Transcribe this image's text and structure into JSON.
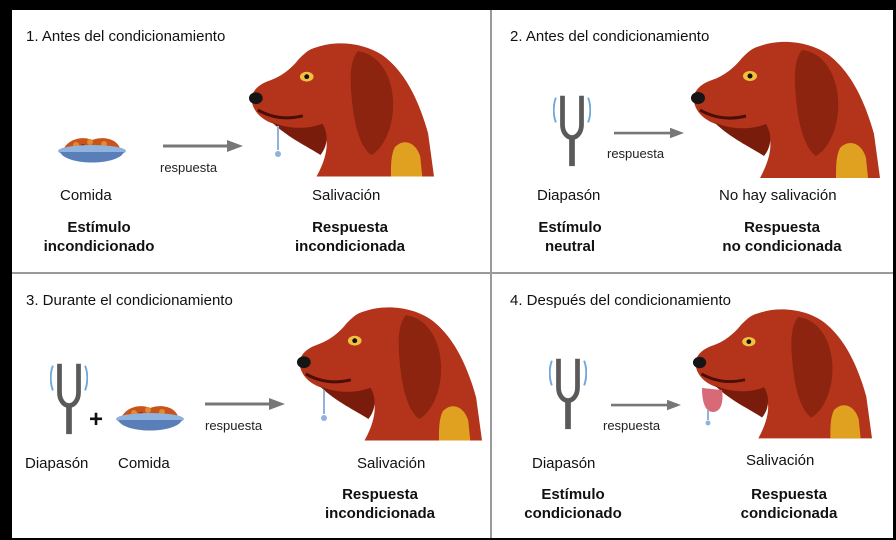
{
  "panels": [
    {
      "title": "1. Antes del condicionamiento",
      "stimulus_caption": "Comida",
      "arrow_label": "respuesta",
      "response_caption": "Salivación",
      "stimulus_type": [
        "Estímulo",
        "incondicionado"
      ],
      "response_type": [
        "Respuesta",
        "incondicionada"
      ]
    },
    {
      "title": "2. Antes del condicionamiento",
      "stimulus_caption": "Diapasón",
      "arrow_label": "respuesta",
      "response_caption": "No hay salivación",
      "stimulus_type": [
        "Estímulo",
        "neutral"
      ],
      "response_type": [
        "Respuesta",
        "no condicionada"
      ]
    },
    {
      "title": "3. Durante el condicionamiento",
      "stimulus_caption": "Diapasón",
      "stimulus_caption_2": "Comida",
      "arrow_label": "respuesta",
      "response_caption": "Salivación",
      "response_type": [
        "Respuesta",
        "incondicionada"
      ]
    },
    {
      "title": "4. Después del condicionamiento",
      "stimulus_caption": "Diapasón",
      "arrow_label": "respuesta",
      "response_caption": "Salivación",
      "stimulus_type": [
        "Estímulo",
        "condicionado"
      ],
      "response_type": [
        "Respuesta",
        "condicionada"
      ]
    }
  ],
  "icons": [
    "food-bowl-icon",
    "tuning-fork-icon",
    "dog-head-icon",
    "arrow-icon",
    "plus-icon"
  ],
  "colors": {
    "dog_fur": "#b3341a",
    "dog_shadow": "#7a1c0c",
    "dog_highlight": "#e0a020",
    "bowl": "#5a7fb8",
    "food": "#c8541c",
    "arrow": "#777777",
    "divider": "#9a9a9a",
    "frame": "#000000"
  }
}
